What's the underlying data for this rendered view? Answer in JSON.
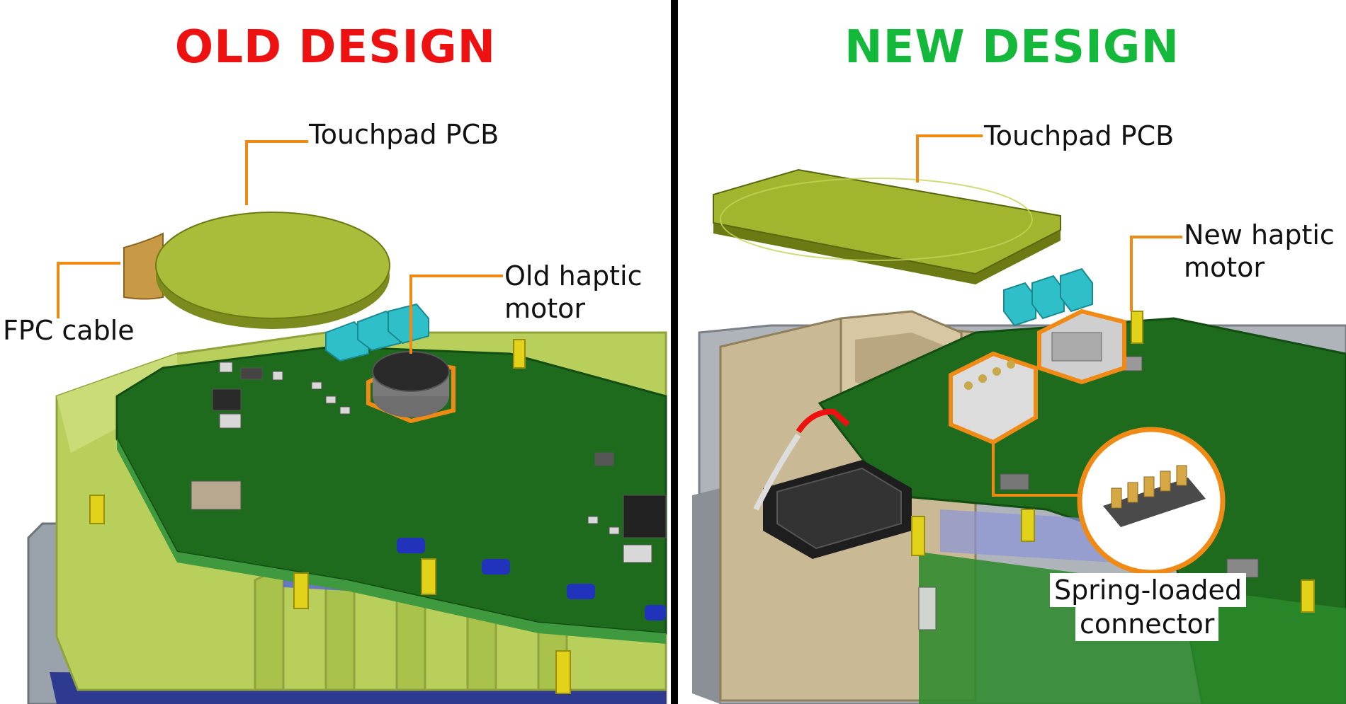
{
  "left_panel": {
    "heading": "OLD DESIGN",
    "heading_color": "#ee1111",
    "labels": {
      "touchpad_pcb": "Touchpad PCB",
      "fpc_cable": "FPC cable",
      "old_motor_line1": "Old haptic",
      "old_motor_line2": "motor"
    }
  },
  "right_panel": {
    "heading": "NEW DESIGN",
    "heading_color": "#14b83a",
    "labels": {
      "touchpad_pcb": "Touchpad PCB",
      "new_motor_line1": "New haptic",
      "new_motor_line2": "motor",
      "connector_line1": "Spring-loaded",
      "connector_line2": "connector"
    }
  },
  "colors": {
    "callout": "#f08a14",
    "pcb_green": "#1e6b1e",
    "housing_yellow": "#b8cf5c",
    "touchpad": "#8a9a22"
  }
}
